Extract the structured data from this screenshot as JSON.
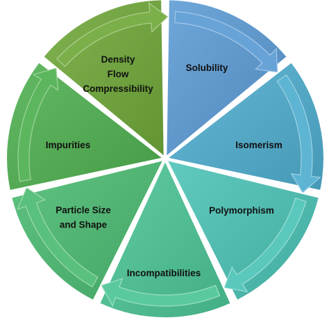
{
  "diagram": {
    "segments": [
      {
        "id": "solubility",
        "lines": [
          "Solubility"
        ],
        "color": "#5B9BD5"
      },
      {
        "id": "isomerism",
        "lines": [
          "Isomerism"
        ],
        "color": "#4FAECF"
      },
      {
        "id": "polymorphism",
        "lines": [
          "Polymorphism"
        ],
        "color": "#4CC3B6"
      },
      {
        "id": "incompatibilities",
        "lines": [
          "Incompatibilities"
        ],
        "color": "#4CC596"
      },
      {
        "id": "particle-size-and-shape",
        "lines": [
          "Particle Size",
          "and Shape"
        ],
        "color": "#4CBB72"
      },
      {
        "id": "impurities",
        "lines": [
          "Impurities"
        ],
        "color": "#4EB04F"
      },
      {
        "id": "density-flow-compressibility",
        "lines": [
          "Density",
          "Flow",
          "Compressibility"
        ],
        "color": "#6FA839"
      }
    ]
  }
}
